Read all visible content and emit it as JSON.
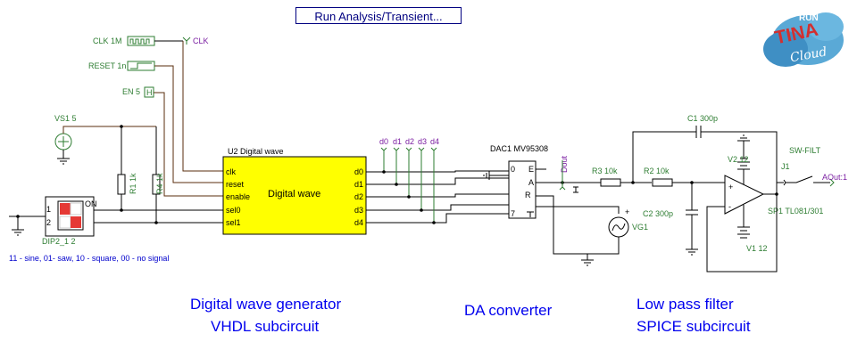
{
  "toolbar": {
    "run_analysis_label": "Run Analysis/Transient..."
  },
  "logo": {
    "text_run": "RUN",
    "text_tina": "TINA",
    "text_cloud": "Cloud"
  },
  "sources": {
    "clk": {
      "label": "CLK 1M",
      "net": "CLK"
    },
    "reset": {
      "label": "RESET 1n"
    },
    "en": {
      "label": "EN 5",
      "symbol": "H"
    },
    "vs1": {
      "label": "VS1 5"
    }
  },
  "resistors": {
    "r1": "R1 1k",
    "r4": "R4 1k",
    "r3": "R3 10k",
    "r2": "R2 10k"
  },
  "dip": {
    "label": "DIP2_1 2",
    "on_label": "ON",
    "pin1": "1",
    "pin2": "2",
    "legend": "11 - sine, 01- saw, 10 - square, 00 - no signal"
  },
  "u2": {
    "title": "U2 Digital wave",
    "name": "Digital wave",
    "inputs": [
      "clk",
      "reset",
      "enable",
      "sel0",
      "sel1"
    ],
    "outputs": [
      "d0",
      "d1",
      "d2",
      "d3",
      "d4"
    ]
  },
  "probes": [
    "d0",
    "d1",
    "d2",
    "d3",
    "d4"
  ],
  "dac": {
    "label": "DAC1 MV95308",
    "pin0": "0",
    "pin7": "7",
    "pin_e": "E",
    "pin_a": "A",
    "pin_r": "R",
    "probe": "Dout"
  },
  "caps": {
    "c1": "C1 300p",
    "c2": "C2 300p"
  },
  "supplies": {
    "v2": "V2 12",
    "v1": "V1 12",
    "vg1": "VG1"
  },
  "opamp": {
    "label": "SP1 TL081/301"
  },
  "switch": {
    "label": "SW-FILT",
    "j1": "J1",
    "out": "AOut:1"
  },
  "captions": {
    "gen_line1": "Digital wave generator",
    "gen_line2": "VHDL subcircuit",
    "dac": "DA converter",
    "lpf_line1": "Low pass filter",
    "lpf_line2": "SPICE subcircuit"
  }
}
